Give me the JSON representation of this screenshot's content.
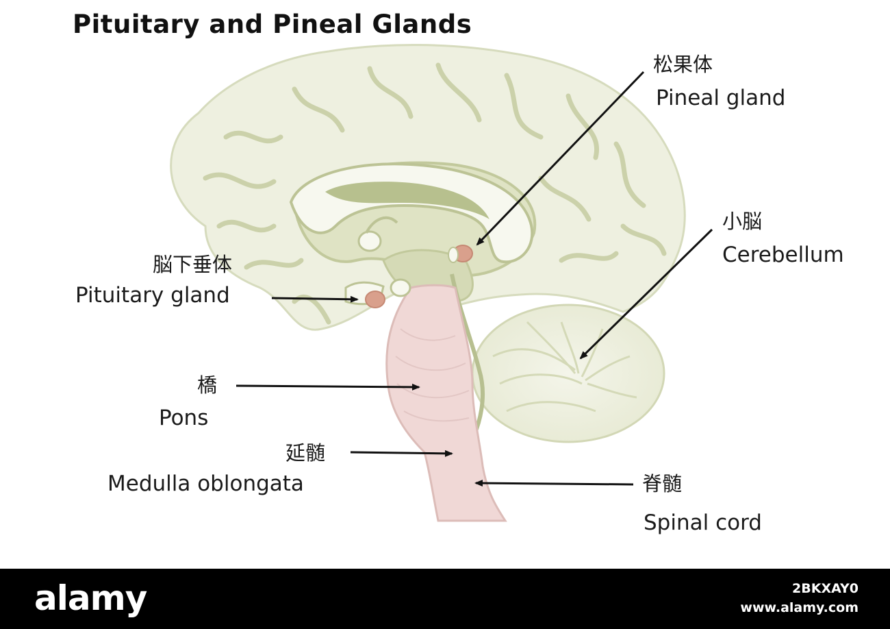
{
  "title": "Pituitary and Pineal Glands",
  "labels": {
    "pineal_jp": "松果体",
    "pineal_en": "Pineal gland",
    "cerebellum_jp": "小脳",
    "cerebellum_en": "Cerebellum",
    "pituitary_jp": "脳下垂体",
    "pituitary_en": "Pituitary gland",
    "pons_jp": "橋",
    "pons_en": "Pons",
    "medulla_jp": "延髄",
    "medulla_en": "Medulla oblongata",
    "spinal_jp": "脊髄",
    "spinal_en": "Spinal cord"
  },
  "watermark": {
    "brand": "alamy",
    "image_id": "2BKXAY0",
    "site": "www.alamy.com"
  },
  "colors": {
    "cerebrum": "#eef0e0",
    "sulci": "#c9cfa6",
    "inner_shade": "#b9c292",
    "brainstem": "#f0d8d6",
    "gland": "#d9a08c",
    "arrow": "#111111"
  }
}
